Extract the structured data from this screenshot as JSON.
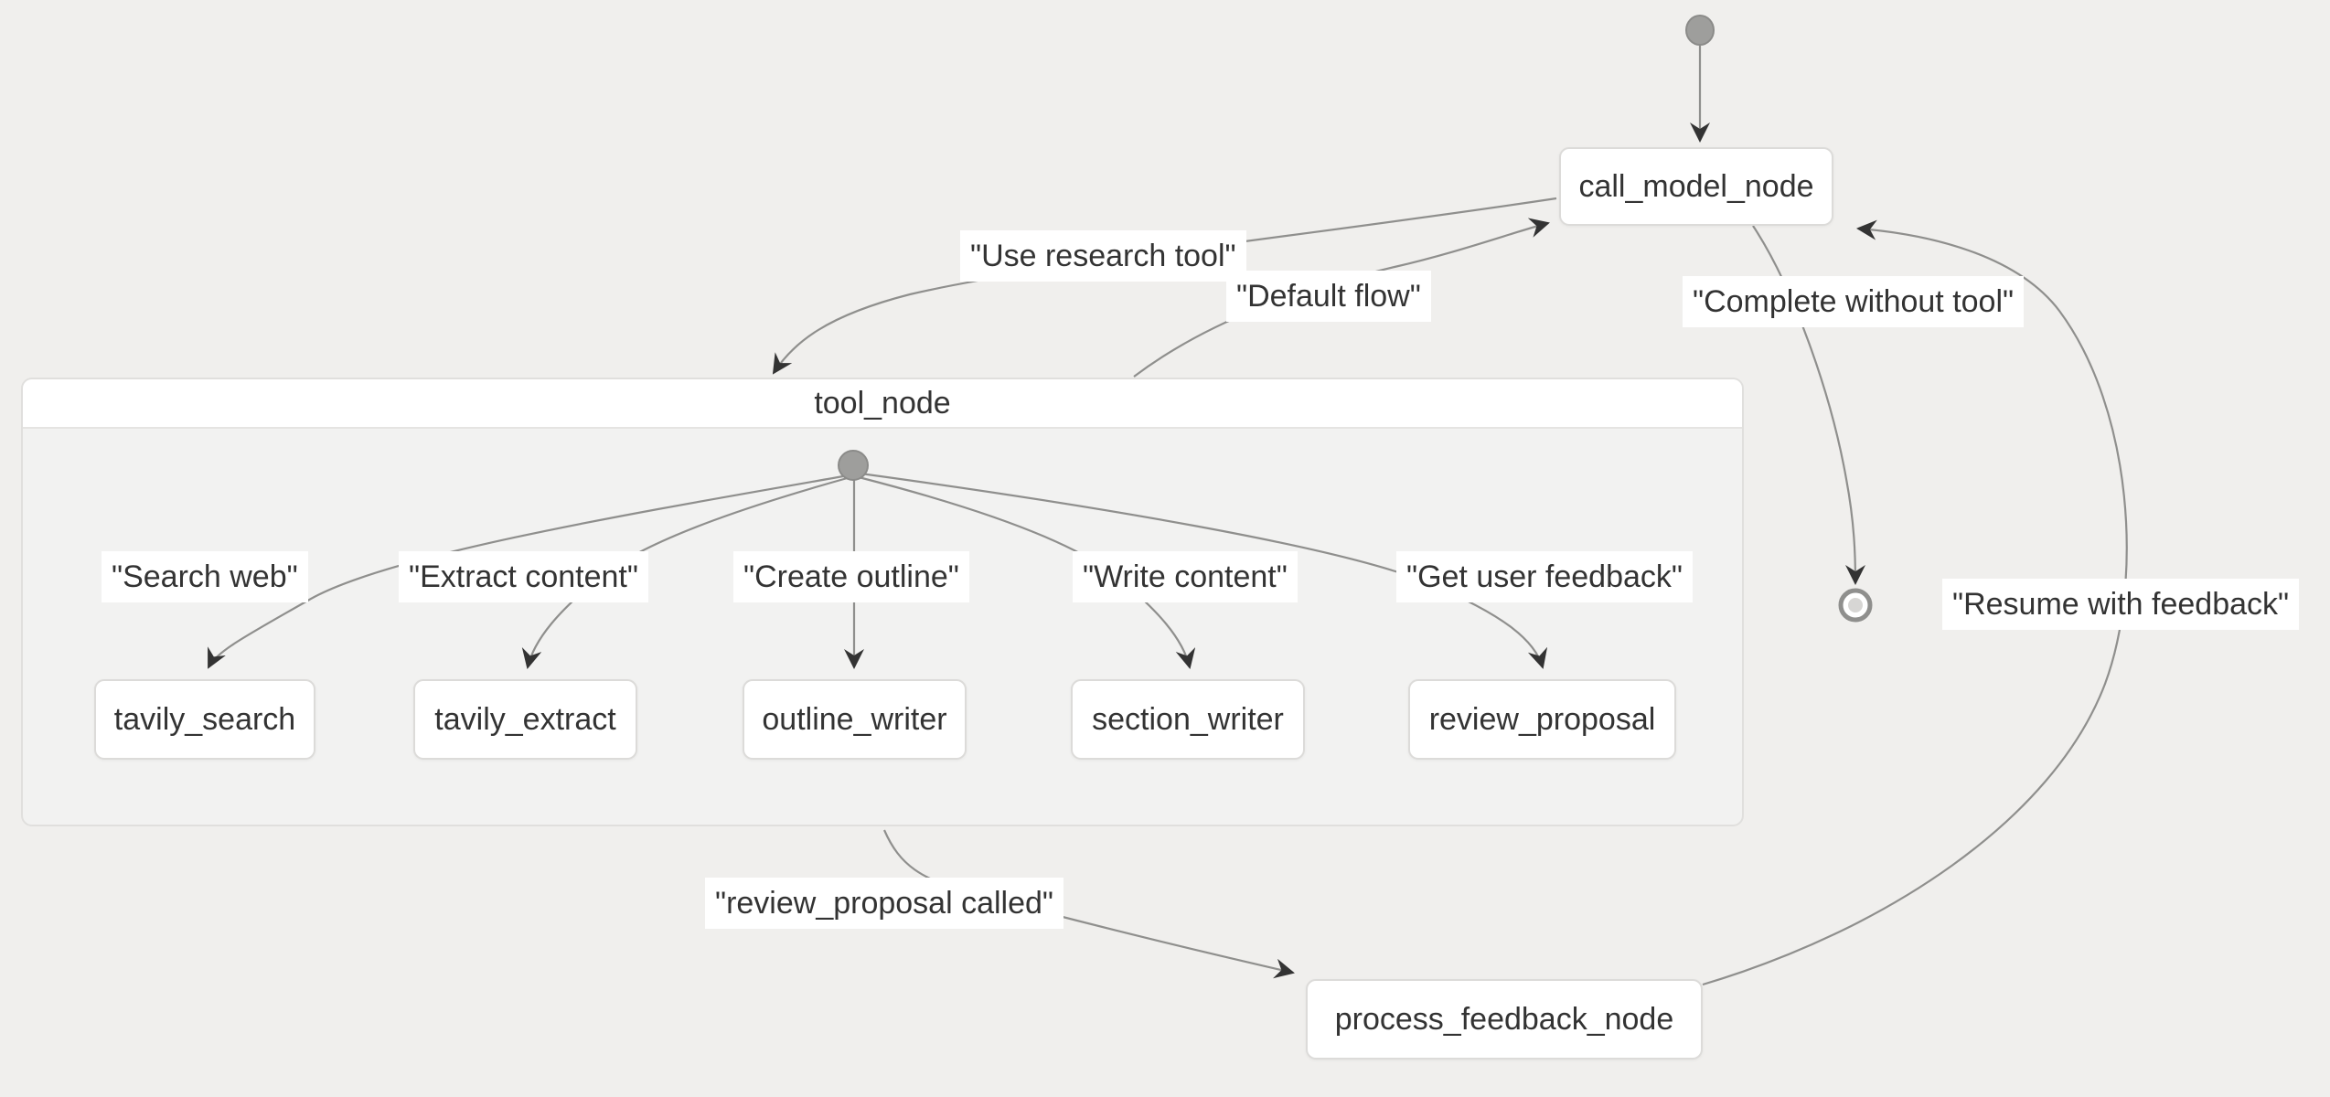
{
  "diagram": {
    "kind": "state-graph",
    "nodes": {
      "call_model": "call_model_node",
      "tool_container": "tool_node",
      "tavily_search": "tavily_search",
      "tavily_extract": "tavily_extract",
      "outline_writer": "outline_writer",
      "section_writer": "section_writer",
      "review_proposal": "review_proposal",
      "process_feedback": "process_feedback_node"
    },
    "edge_labels": {
      "use_research_tool": "\"Use research tool\"",
      "default_flow": "\"Default flow\"",
      "complete_without_tool": "\"Complete without tool\"",
      "resume_with_feedback": "\"Resume with feedback\"",
      "review_proposal_called": "\"review_proposal called\"",
      "search_web": "\"Search web\"",
      "extract_content": "\"Extract content\"",
      "create_outline": "\"Create outline\"",
      "write_content": "\"Write content\"",
      "get_user_feedback": "\"Get user feedback\""
    },
    "colors": {
      "background": "#f0efed",
      "cluster_fill": "#f2f2f1",
      "cluster_border": "#e0dfdd",
      "node_fill": "#ffffff",
      "node_border": "#dcdbd9",
      "edge_stroke": "#8f8f8d",
      "arrowhead": "#333333",
      "start_state_fill": "#9e9e9c",
      "end_state_ring": "#8f8f8d",
      "end_state_inner": "#d7d6d4",
      "text": "#333333"
    }
  }
}
